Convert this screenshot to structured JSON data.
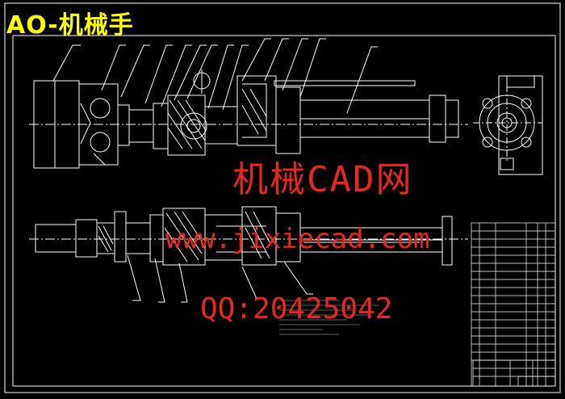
{
  "drawing": {
    "title": "AO-机械手",
    "watermark": {
      "brand": "机械CAD网",
      "url": "www.jixiecad.com",
      "qq": "QQ:20425042"
    },
    "colors": {
      "background": "#000000",
      "lines": "#ffffff",
      "title": "#ffff00",
      "watermark": "#e8281e"
    }
  }
}
